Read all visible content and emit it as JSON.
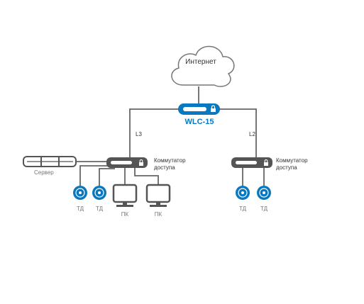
{
  "cloud": {
    "label": "Интернет"
  },
  "controller": {
    "label": "WLC-15"
  },
  "links": {
    "left": "L3",
    "right": "L2"
  },
  "server": {
    "label": "Сервер"
  },
  "switch_left": {
    "label_line1": "Коммутатор",
    "label_line2": "доступа"
  },
  "switch_right": {
    "label_line1": "Коммутатор",
    "label_line2": "доступа"
  },
  "ap_label": "ТД",
  "pc_label": "ПК",
  "colors": {
    "accent": "#0a78c0",
    "device": "#555555",
    "line": "#666666"
  }
}
